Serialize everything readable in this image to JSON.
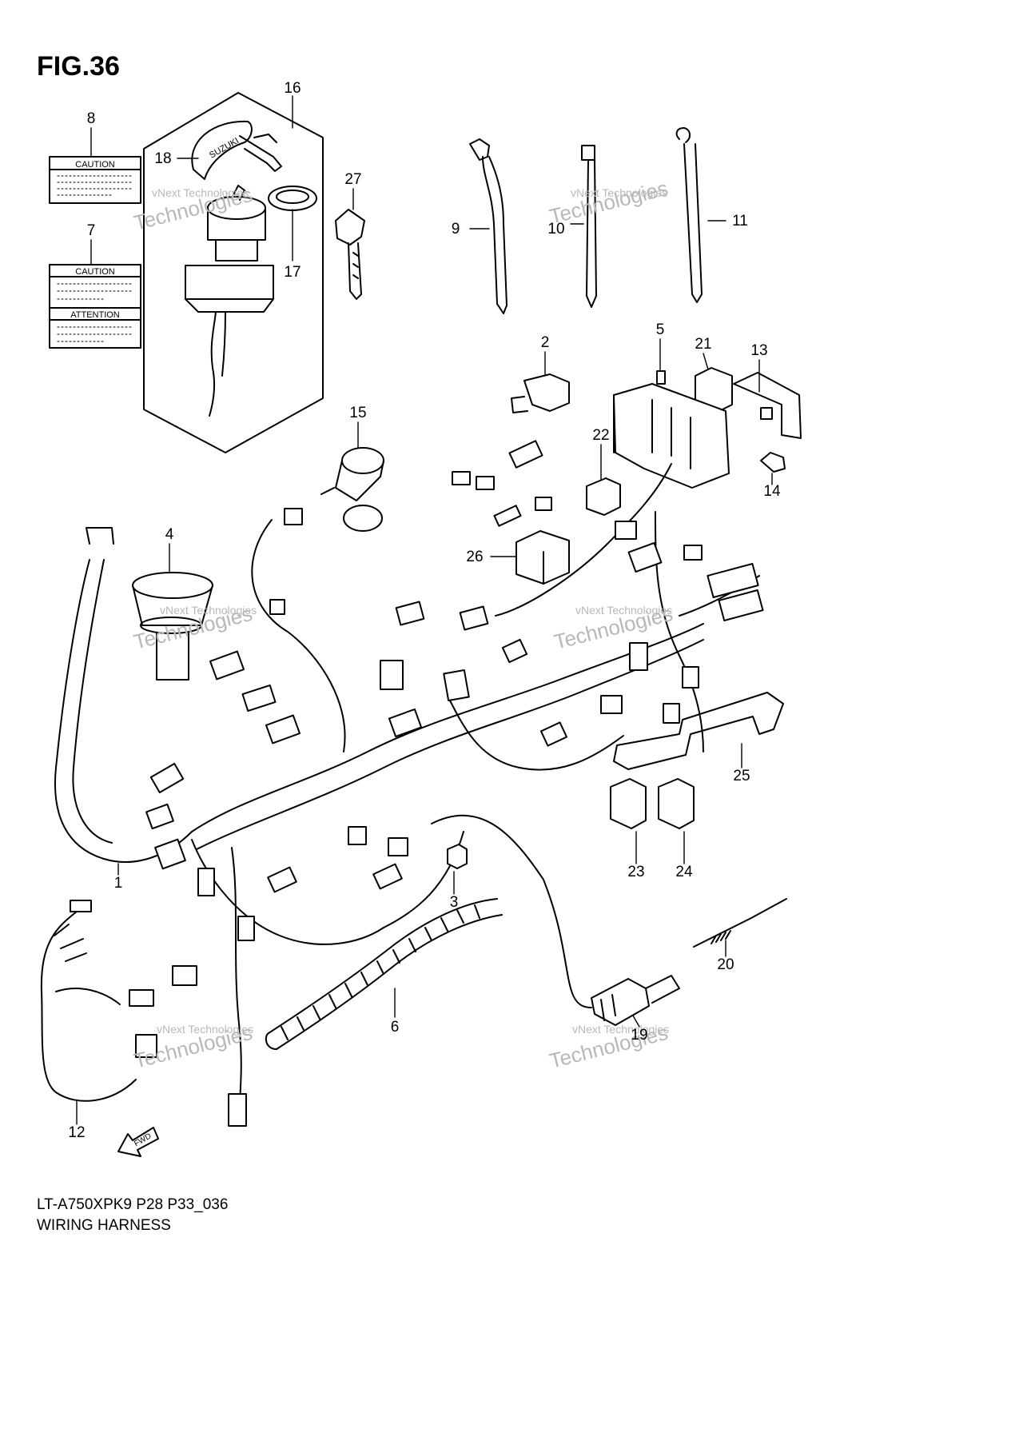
{
  "figure": {
    "title": "FIG.36",
    "code": "LT-A750XPK9 P28 P33_036",
    "name": "WIRING HARNESS"
  },
  "labels": {
    "caution": "CAUTION",
    "attention": "ATTENTION",
    "key_brand": "SUZUKI",
    "fwd": "FWD"
  },
  "watermark": {
    "line1": "vNext Technologies",
    "line2": "Technologies"
  },
  "callouts": [
    "1",
    "2",
    "3",
    "4",
    "5",
    "6",
    "7",
    "8",
    "9",
    "10",
    "11",
    "12",
    "13",
    "14",
    "15",
    "16",
    "17",
    "18",
    "19",
    "20",
    "21",
    "22",
    "23",
    "24",
    "25",
    "26",
    "27"
  ],
  "colors": {
    "ink": "#000000",
    "paper": "#ffffff",
    "watermark": "#b8b8b8"
  }
}
